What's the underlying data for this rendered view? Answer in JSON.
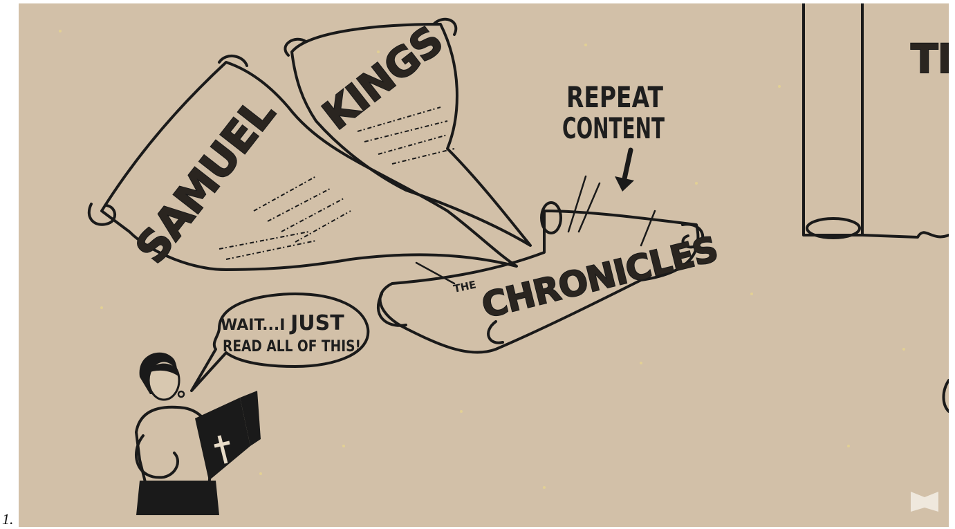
{
  "list_marker": "1.",
  "illustration": {
    "scroll_samuel": {
      "title": "SAMUEL"
    },
    "scroll_kings": {
      "title": "KINGS"
    },
    "scroll_chronicles": {
      "prefix": "THE",
      "title": "CHRONICLES"
    },
    "annotation": {
      "line1": "REPEAT",
      "line2": "CONTENT"
    },
    "speech_bubble": {
      "line1_a": "WAIT...I ",
      "line1_b": "JUST",
      "line2": "READ ALL OF THIS!"
    },
    "partial_right_text": "TH",
    "colors": {
      "paper": "#d2c0a8",
      "ink": "#1a1a1a"
    },
    "icons": [
      "book-person-icon",
      "bible-cross-icon",
      "down-arrow-icon",
      "watermark-logo-icon"
    ]
  }
}
